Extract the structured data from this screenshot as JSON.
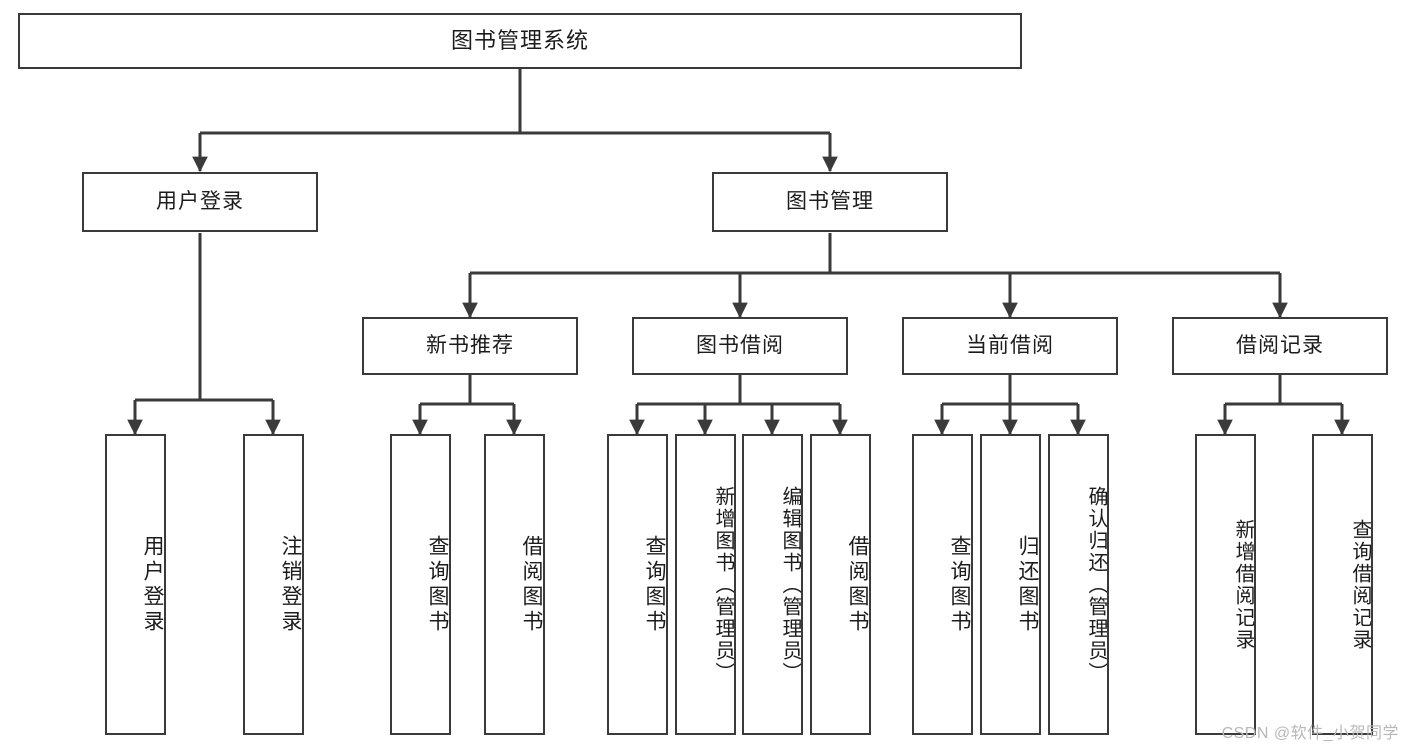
{
  "diagram": {
    "type": "tree",
    "title": "图书管理系统",
    "watermark": "CSDN @软件_小贺同学",
    "colors": {
      "box_border": "#3a3a3a",
      "box_fill": "#ffffff",
      "connector": "#3a3a3a",
      "text": "#1c1c1c",
      "watermark": "#b8b8b8"
    },
    "levels": {
      "root": "图书管理系统",
      "level2": [
        "用户登录",
        "图书管理"
      ],
      "level3": [
        "新书推荐",
        "图书借阅",
        "当前借阅",
        "借阅记录"
      ]
    },
    "nodes": {
      "root": {
        "label": "图书管理系统"
      },
      "user_login": {
        "label": "用户登录"
      },
      "book_manage": {
        "label": "图书管理"
      },
      "new_book_rec": {
        "label": "新书推荐"
      },
      "book_borrow": {
        "label": "图书借阅"
      },
      "current_borrow": {
        "label": "当前借阅"
      },
      "borrow_record": {
        "label": "借阅记录"
      },
      "leaf_user_login": {
        "label": "用户登录"
      },
      "leaf_logout": {
        "label": "注销登录"
      },
      "leaf_query_book_1": {
        "label": "查询图书"
      },
      "leaf_borrow_book_1": {
        "label": "借阅图书"
      },
      "leaf_query_book_2": {
        "label": "查询图书"
      },
      "leaf_add_book_admin": {
        "label": "新增图书（管理员）"
      },
      "leaf_edit_book_admin": {
        "label": "编辑图书（管理员）"
      },
      "leaf_borrow_book_2": {
        "label": "借阅图书"
      },
      "leaf_query_book_3": {
        "label": "查询图书"
      },
      "leaf_return_book": {
        "label": "归还图书"
      },
      "leaf_confirm_return_admin": {
        "label": "确认归还（管理员）"
      },
      "leaf_add_record": {
        "label": "新增借阅记录"
      },
      "leaf_query_record": {
        "label": "查询借阅记录"
      }
    },
    "edges": [
      {
        "from": "root",
        "to": "user_login"
      },
      {
        "from": "root",
        "to": "book_manage"
      },
      {
        "from": "user_login",
        "to": "leaf_user_login"
      },
      {
        "from": "user_login",
        "to": "leaf_logout"
      },
      {
        "from": "book_manage",
        "to": "new_book_rec"
      },
      {
        "from": "book_manage",
        "to": "book_borrow"
      },
      {
        "from": "book_manage",
        "to": "current_borrow"
      },
      {
        "from": "book_manage",
        "to": "borrow_record"
      },
      {
        "from": "new_book_rec",
        "to": "leaf_query_book_1"
      },
      {
        "from": "new_book_rec",
        "to": "leaf_borrow_book_1"
      },
      {
        "from": "book_borrow",
        "to": "leaf_query_book_2"
      },
      {
        "from": "book_borrow",
        "to": "leaf_add_book_admin"
      },
      {
        "from": "book_borrow",
        "to": "leaf_edit_book_admin"
      },
      {
        "from": "book_borrow",
        "to": "leaf_borrow_book_2"
      },
      {
        "from": "current_borrow",
        "to": "leaf_query_book_3"
      },
      {
        "from": "current_borrow",
        "to": "leaf_return_book"
      },
      {
        "from": "current_borrow",
        "to": "leaf_confirm_return_admin"
      },
      {
        "from": "borrow_record",
        "to": "leaf_add_record"
      },
      {
        "from": "borrow_record",
        "to": "leaf_query_record"
      }
    ]
  }
}
